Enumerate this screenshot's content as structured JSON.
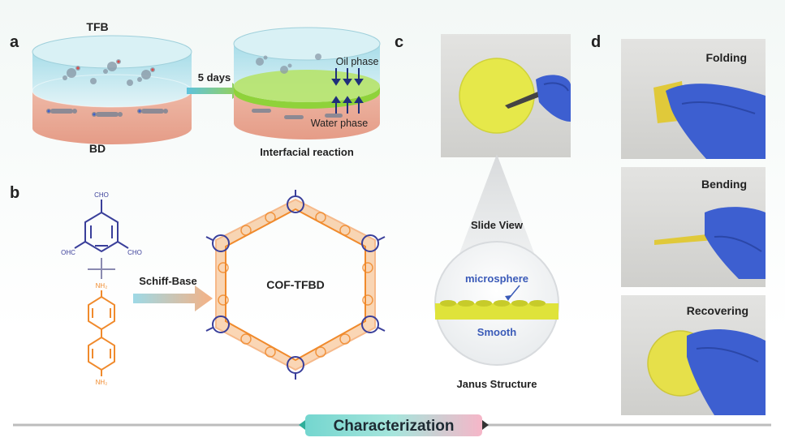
{
  "panel_a": {
    "letter": "a",
    "top_label": "TFB",
    "bottom_label": "BD",
    "arrow_label": "5 days",
    "oil_label": "Oil phase",
    "water_label": "Water phase",
    "caption": "Interfacial reaction"
  },
  "panel_b": {
    "letter": "b",
    "aldehyde_groups": [
      "CHO",
      "OHC",
      "CHO"
    ],
    "amine_groups": [
      "NH₂",
      "NH₂"
    ],
    "reaction_label": "Schiff-Base",
    "product_label": "COF-TFBD"
  },
  "panel_c": {
    "letter": "c",
    "slide_view_label": "Slide View",
    "top_surface_label": "microsphere",
    "bottom_surface_label": "Smooth",
    "structure_caption": "Janus Structure"
  },
  "panel_d": {
    "letter": "d",
    "photos": [
      {
        "label": "Folding"
      },
      {
        "label": "Bending"
      },
      {
        "label": "Recovering"
      }
    ]
  },
  "footer": {
    "label": "Characterization"
  },
  "colors": {
    "oil_layer": "#bfe6ee",
    "water_layer": "#efb9a6",
    "film": "#8fd23a",
    "aldehyde": "#3a3f9a",
    "amine": "#f08a2c",
    "membrane": "#e6e84a",
    "glove": "#3d5fd0",
    "footer_bar": "#7fd8d0"
  }
}
